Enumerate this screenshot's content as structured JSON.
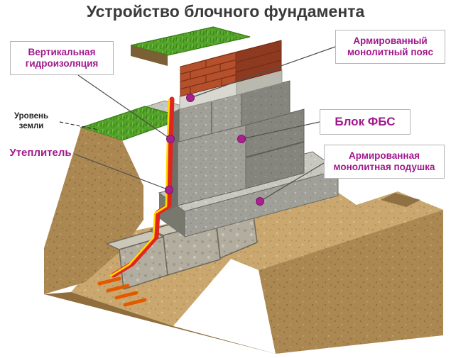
{
  "title": "Устройство блочного фундамента",
  "callouts": {
    "waterproofing": "Вертикальная гидроизоляция",
    "belt": "Армированный монолитный пояс",
    "fbs_block": "Блок ФБС",
    "cushion": "Армированная монолитная подушка",
    "insulation": "Утеплитель",
    "ground_level": "Уровень земли"
  },
  "colors": {
    "label_accent": "#a2188c",
    "title_text": "#3a3a3a",
    "waterproofing_red": "#e3241c",
    "insulation_yellow": "#ffd900",
    "rebar_orange": "#e25a00",
    "grass_green": "#54a32a",
    "soil_light": "#c9a76e",
    "soil_dark": "#ab8751",
    "concrete_gray": "#a0a099",
    "brick_red": "#b5502c",
    "callout_dot": "#a9218e"
  }
}
